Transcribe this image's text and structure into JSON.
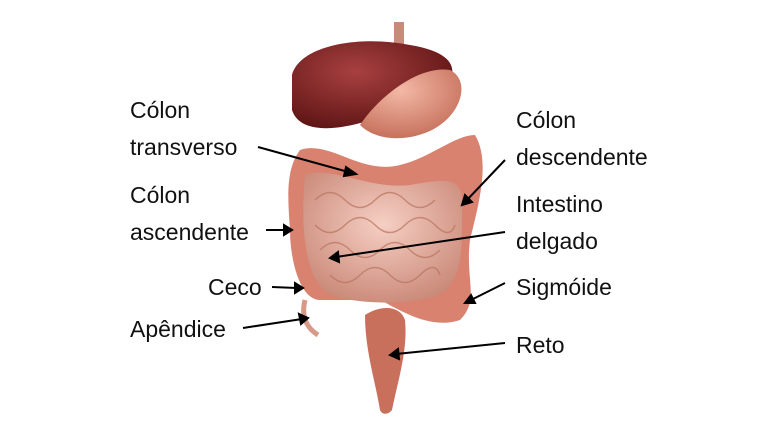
{
  "labels": {
    "colon_transverso": [
      "Cólon",
      "transverso"
    ],
    "colon_ascendente": [
      "Cólon",
      "ascendente"
    ],
    "ceco": "Ceco",
    "apendice": "Apêndice",
    "colon_descendente": [
      "Cólon",
      "descendente"
    ],
    "intestino_delgado": [
      "Intestino",
      "delgado"
    ],
    "sigmoide": "Sigmóide",
    "reto": "Reto"
  },
  "colors": {
    "liver": "#7a2020",
    "intestine": "#e7a598",
    "colon": "#d9826f",
    "text": "#111111"
  }
}
